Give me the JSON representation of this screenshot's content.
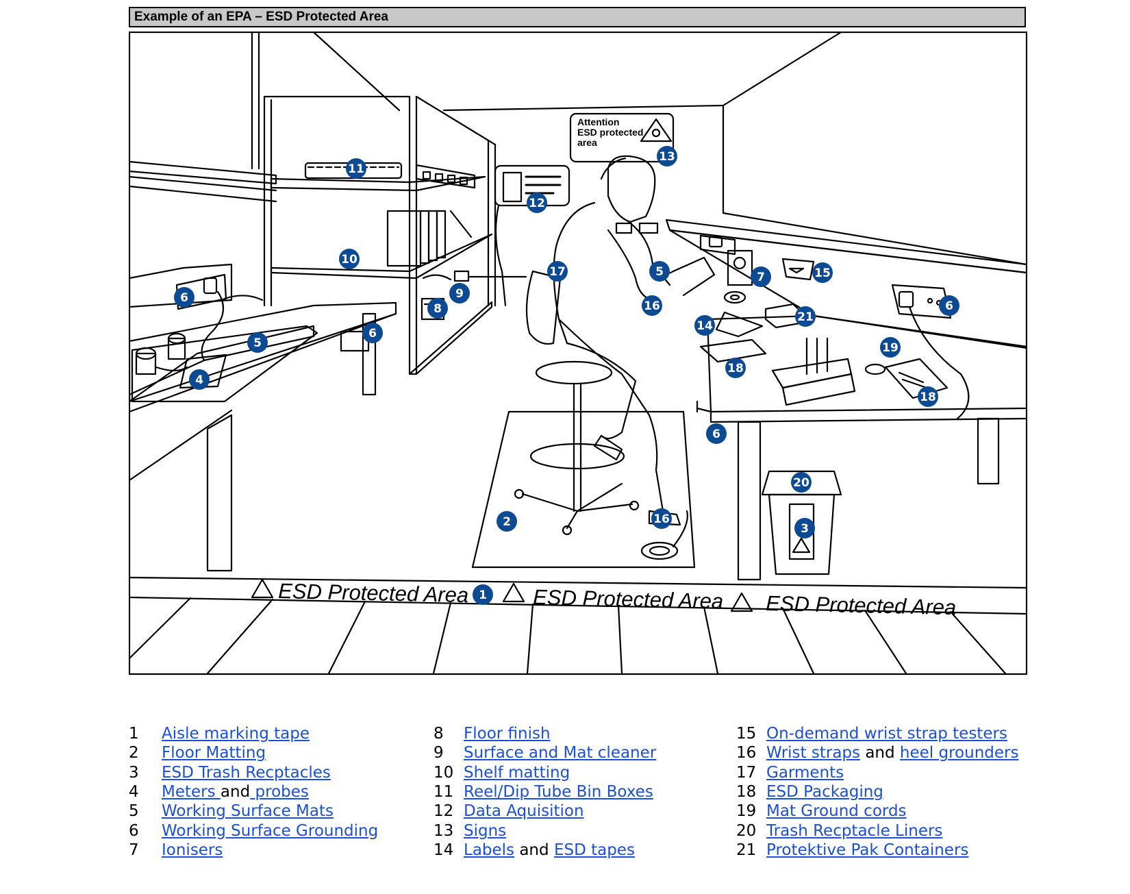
{
  "title": "Example of an EPA – ESD Protected Area",
  "sign": {
    "line1": "Attention",
    "line2": "ESD protected",
    "line3": "area"
  },
  "tape_text": "ESD Protected Area",
  "accent_color": "#0d4a94",
  "link_color": "#1a4fd8",
  "badges": {
    "b1": "1",
    "b2": "2",
    "b3": "3",
    "b4": "4",
    "b5": "5",
    "b6": "6",
    "b7": "7",
    "b8": "8",
    "b9": "9",
    "b10": "10",
    "b11": "11",
    "b12": "12",
    "b13": "13",
    "b14": "14",
    "b15": "15",
    "b16": "16",
    "b17": "17",
    "b18": "18",
    "b19": "19",
    "b20": "20",
    "b21": "21"
  },
  "legend": {
    "col1": [
      {
        "num": "1",
        "parts": [
          {
            "text": "Aisle marking tape",
            "link": true
          }
        ]
      },
      {
        "num": "2",
        "parts": [
          {
            "text": "Floor Matting",
            "link": true
          }
        ]
      },
      {
        "num": "3",
        "parts": [
          {
            "text": "ESD Trash Recptacles",
            "link": true
          }
        ]
      },
      {
        "num": "4",
        "parts": [
          {
            "text": "Meters ",
            "link": true
          },
          {
            "text": "and",
            "link": false
          },
          {
            "text": " probes",
            "link": true
          }
        ]
      },
      {
        "num": "5",
        "parts": [
          {
            "text": "Working Surface Mats",
            "link": true
          }
        ]
      },
      {
        "num": "6",
        "parts": [
          {
            "text": "Working Surface Grounding",
            "link": true
          }
        ]
      },
      {
        "num": "7",
        "parts": [
          {
            "text": "Ionisers",
            "link": true
          }
        ]
      }
    ],
    "col2": [
      {
        "num": "8",
        "parts": [
          {
            "text": "Floor finish",
            "link": true
          }
        ]
      },
      {
        "num": "9",
        "parts": [
          {
            "text": "Surface and Mat cleaner",
            "link": true
          }
        ]
      },
      {
        "num": "10",
        "parts": [
          {
            "text": "Shelf matting",
            "link": true
          }
        ]
      },
      {
        "num": "11",
        "parts": [
          {
            "text": "Reel/Dip Tube Bin Boxes",
            "link": true
          }
        ]
      },
      {
        "num": "12",
        "parts": [
          {
            "text": "Data Aquisition",
            "link": true
          }
        ]
      },
      {
        "num": "13",
        "parts": [
          {
            "text": "Signs",
            "link": true
          }
        ]
      },
      {
        "num": "14",
        "parts": [
          {
            "text": "Labels",
            "link": true
          },
          {
            "text": " and ",
            "link": false
          },
          {
            "text": "ESD tapes",
            "link": true
          }
        ]
      }
    ],
    "col3": [
      {
        "num": "15",
        "parts": [
          {
            "text": "On-demand wrist strap testers",
            "link": true
          }
        ]
      },
      {
        "num": "16",
        "parts": [
          {
            "text": "Wrist straps",
            "link": true
          },
          {
            "text": " and ",
            "link": false
          },
          {
            "text": "heel grounders",
            "link": true
          }
        ]
      },
      {
        "num": "17",
        "parts": [
          {
            "text": "Garments",
            "link": true
          }
        ]
      },
      {
        "num": "18",
        "parts": [
          {
            "text": "ESD Packaging",
            "link": true
          }
        ]
      },
      {
        "num": "19",
        "parts": [
          {
            "text": "Mat Ground cords ",
            "link": true
          }
        ]
      },
      {
        "num": "20",
        "parts": [
          {
            "text": "Trash Recptacle Liners",
            "link": true
          }
        ]
      },
      {
        "num": "21",
        "parts": [
          {
            "text": "Protektive Pak Containers",
            "link": true
          }
        ]
      }
    ]
  }
}
